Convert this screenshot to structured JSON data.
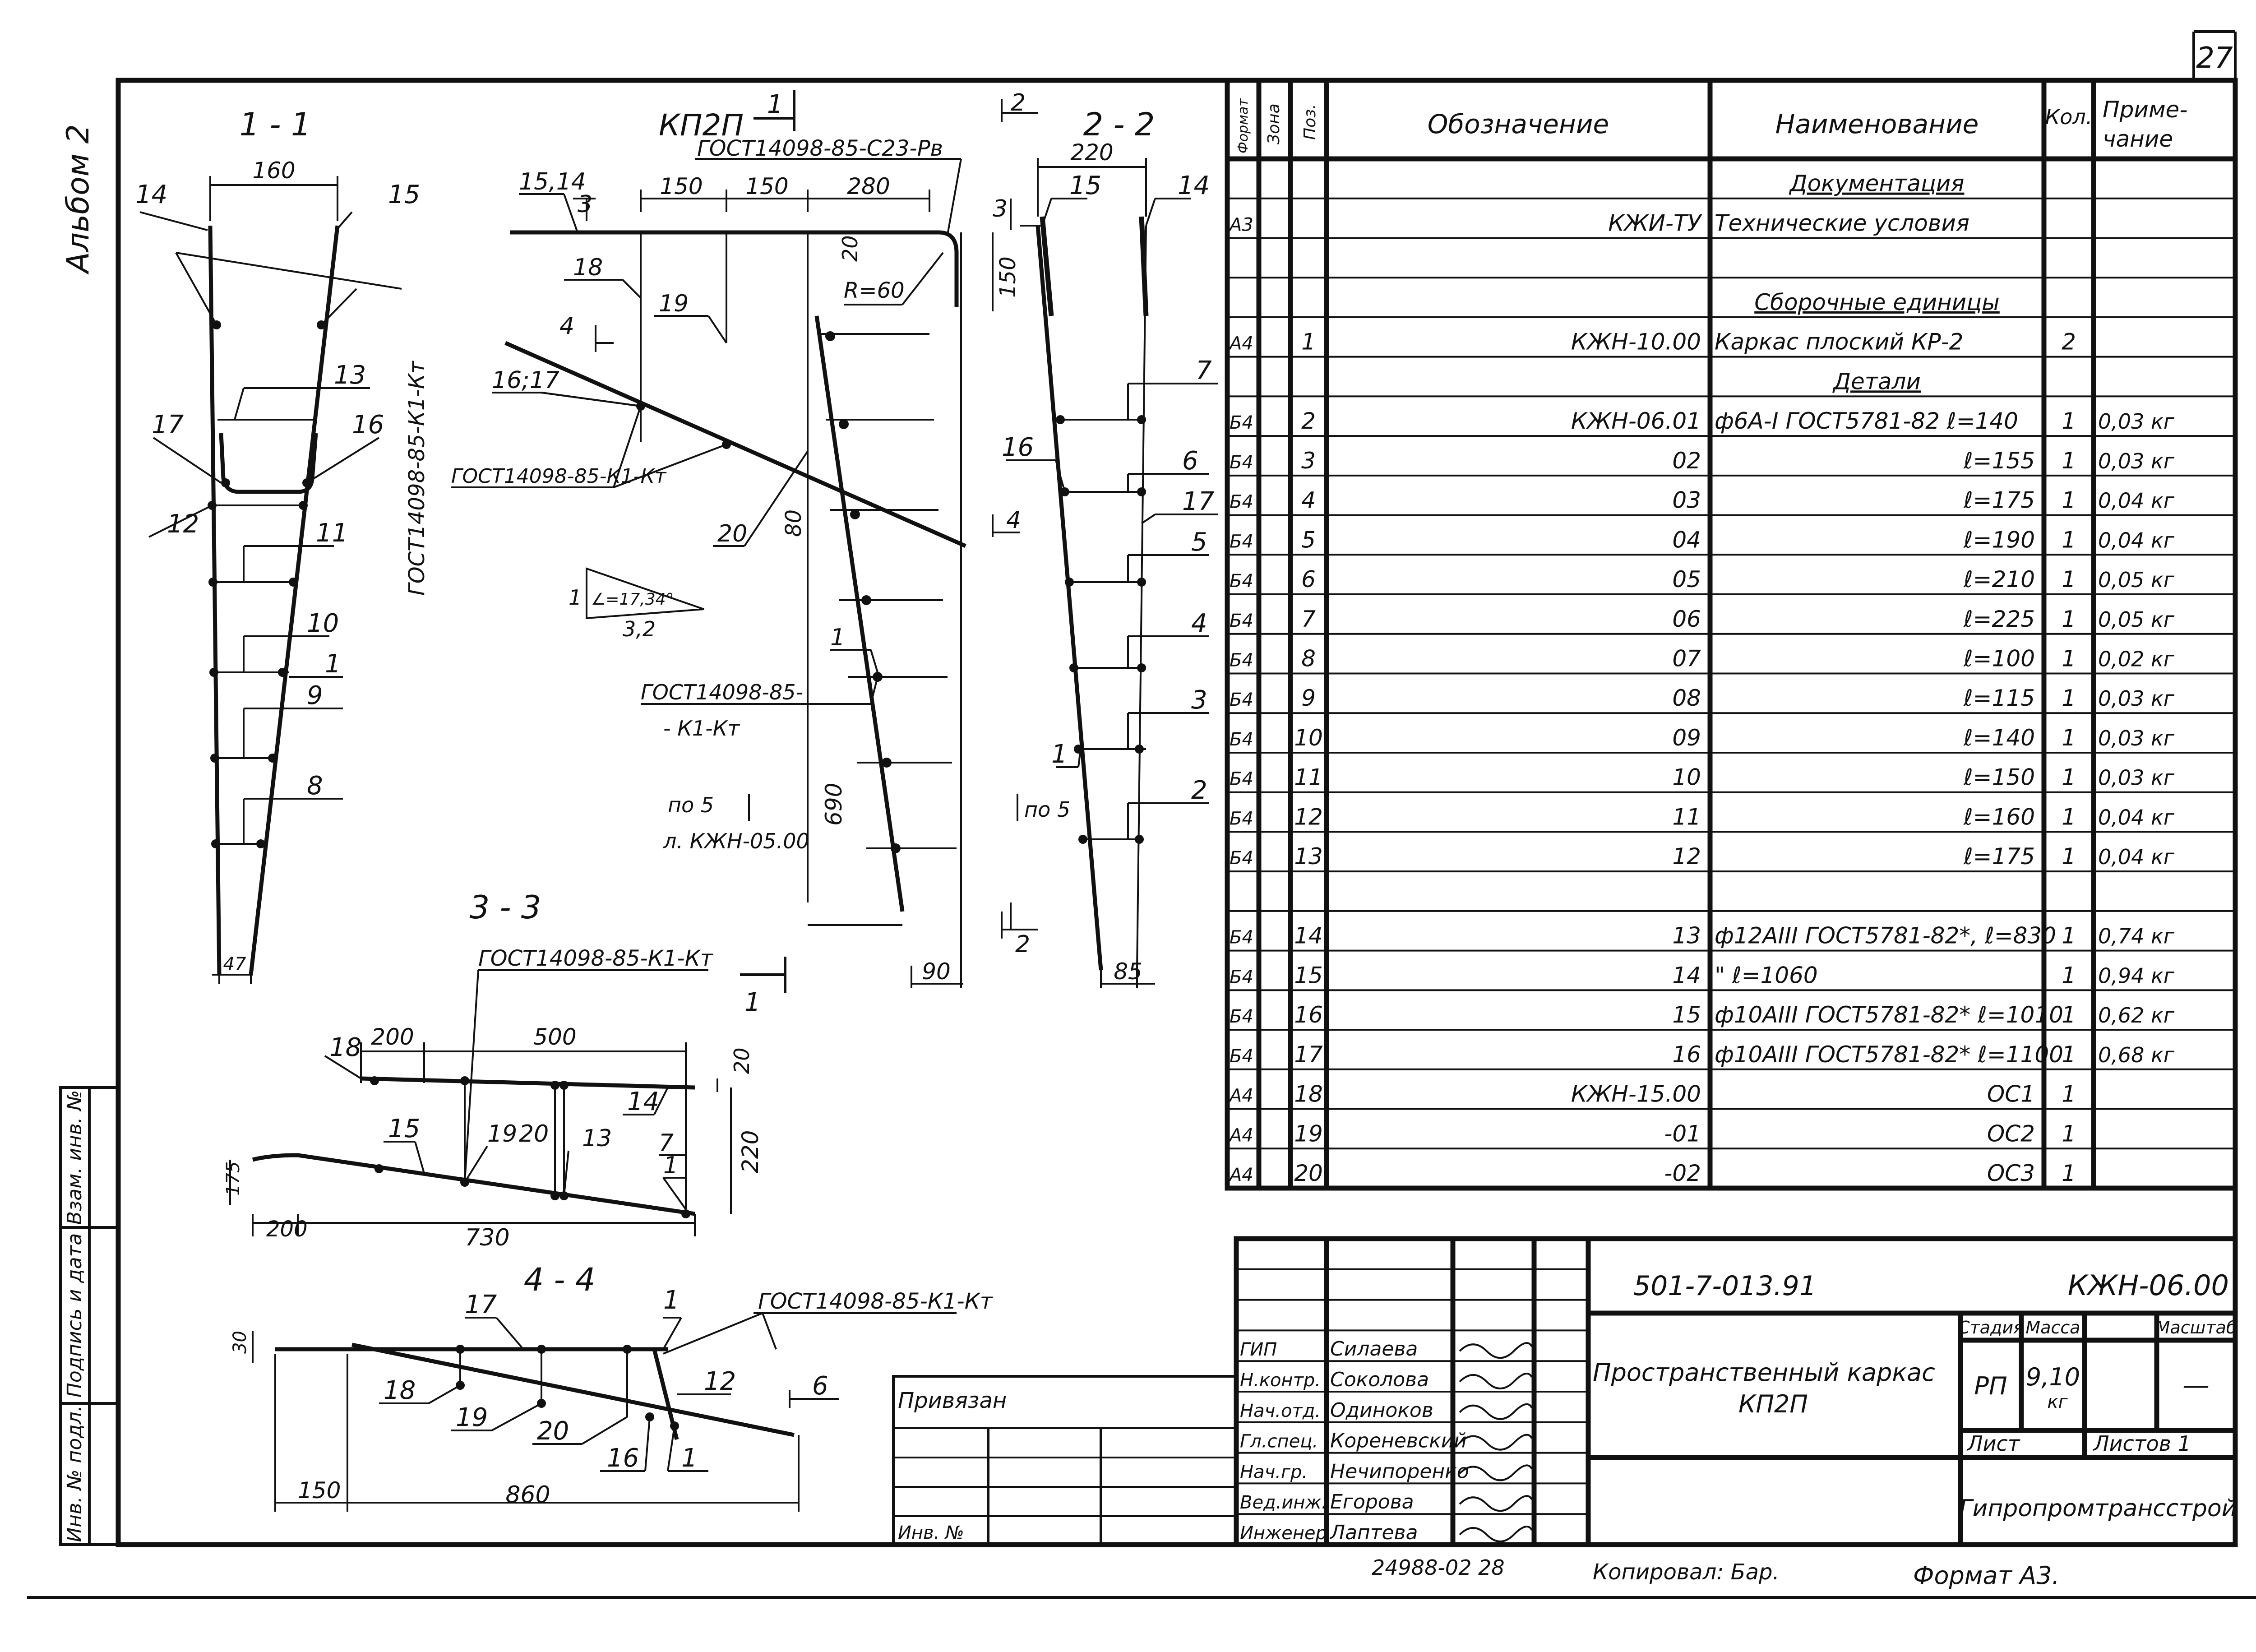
{
  "page_number": "27",
  "album": "Альбом 2",
  "side_stamp": [
    "Инв. № подл.",
    "Подпись и дата",
    "Взам. инв. №"
  ],
  "views": {
    "s11": {
      "title": "1 - 1",
      "dims": {
        "top": "160",
        "bottom": "47"
      },
      "callouts": [
        "14",
        "15",
        "13",
        "17",
        "16",
        "12",
        "11",
        "10",
        "1",
        "9",
        "8"
      ],
      "note": "ГОСТ14098-85-К1-Кт"
    },
    "kp2p": {
      "title": "КП2П",
      "section_mark": "1",
      "note_top": "ГОСТ14098-85-С23-Рв",
      "dims": {
        "a": "150",
        "b": "150",
        "c": "280",
        "d": "20",
        "radius": "R=60",
        "e": "150",
        "f": "80",
        "g": "690",
        "h": "90"
      },
      "callouts": [
        "15,14",
        "3",
        "18",
        "19",
        "4",
        "16;17",
        "20",
        "1",
        "4",
        "2",
        "3"
      ],
      "note_left": "ГОСТ14098-85-К1-Кт",
      "note_mid1": "ГОСТ14098-85-",
      "note_mid2": "- К1-Кт",
      "slope": "1",
      "slope_angle": "∠=17,34°",
      "slope_run": "3,2",
      "ref1": "по 5",
      "ref2": "л. КЖН-05.00"
    },
    "s22": {
      "title": "2 - 2",
      "dims": {
        "top": "220",
        "bottom": "85"
      },
      "callouts": [
        "15",
        "14",
        "7",
        "16",
        "6",
        "17",
        "5",
        "4",
        "3",
        "1",
        "2"
      ],
      "ref": "по 5"
    },
    "s33": {
      "title": "3 - 3",
      "note": "ГОСТ14098-85-К1-Кт",
      "section_mark": "1",
      "dims": {
        "a": "200",
        "b": "500",
        "c": "20",
        "d": "220",
        "e": "175",
        "f": "200",
        "g": "730"
      },
      "callouts": [
        "18",
        "14",
        "15",
        "19",
        "20",
        "13",
        "7",
        "1"
      ]
    },
    "s44": {
      "title": "4 - 4",
      "note": "ГОСТ14098-85-К1-Кт",
      "dims": {
        "a": "30",
        "b": "150",
        "c": "860"
      },
      "callouts": [
        "17",
        "1",
        "12",
        "6",
        "18",
        "19",
        "20",
        "16",
        "1"
      ]
    }
  },
  "spec": {
    "headers": [
      "Формат",
      "Зона",
      "Поз.",
      "Обозначение",
      "Наименование",
      "Кол.",
      "Примечание"
    ],
    "rows": [
      {
        "fmt": "",
        "zone": "",
        "pos": "",
        "des": "",
        "name": "Документация",
        "qty": "",
        "note": "",
        "heading": true
      },
      {
        "fmt": "А3",
        "zone": "",
        "pos": "",
        "des": "КЖИ-ТУ",
        "name": "Технические условия",
        "qty": "",
        "note": ""
      },
      {
        "fmt": "",
        "zone": "",
        "pos": "",
        "des": "",
        "name": "",
        "qty": "",
        "note": ""
      },
      {
        "fmt": "",
        "zone": "",
        "pos": "",
        "des": "",
        "name": "Сборочные единицы",
        "qty": "",
        "note": "",
        "heading": true
      },
      {
        "fmt": "А4",
        "zone": "",
        "pos": "1",
        "des": "КЖН-10.00",
        "name": "Каркас плоский КР-2",
        "qty": "2",
        "note": ""
      },
      {
        "fmt": "",
        "zone": "",
        "pos": "",
        "des": "",
        "name": "Детали",
        "qty": "",
        "note": "",
        "heading": true
      },
      {
        "fmt": "Б4",
        "zone": "",
        "pos": "2",
        "des": "КЖН-06.01",
        "name": "ф6А-I ГОСТ5781-82 ℓ=140",
        "qty": "1",
        "note": "0,03 кг"
      },
      {
        "fmt": "Б4",
        "zone": "",
        "pos": "3",
        "des": "02",
        "name": "ℓ=155",
        "qty": "1",
        "note": "0,03 кг"
      },
      {
        "fmt": "Б4",
        "zone": "",
        "pos": "4",
        "des": "03",
        "name": "ℓ=175",
        "qty": "1",
        "note": "0,04 кг"
      },
      {
        "fmt": "Б4",
        "zone": "",
        "pos": "5",
        "des": "04",
        "name": "ℓ=190",
        "qty": "1",
        "note": "0,04 кг"
      },
      {
        "fmt": "Б4",
        "zone": "",
        "pos": "6",
        "des": "05",
        "name": "ℓ=210",
        "qty": "1",
        "note": "0,05 кг"
      },
      {
        "fmt": "Б4",
        "zone": "",
        "pos": "7",
        "des": "06",
        "name": "ℓ=225",
        "qty": "1",
        "note": "0,05 кг"
      },
      {
        "fmt": "Б4",
        "zone": "",
        "pos": "8",
        "des": "07",
        "name": "ℓ=100",
        "qty": "1",
        "note": "0,02 кг"
      },
      {
        "fmt": "Б4",
        "zone": "",
        "pos": "9",
        "des": "08",
        "name": "ℓ=115",
        "qty": "1",
        "note": "0,03 кг"
      },
      {
        "fmt": "Б4",
        "zone": "",
        "pos": "10",
        "des": "09",
        "name": "ℓ=140",
        "qty": "1",
        "note": "0,03 кг"
      },
      {
        "fmt": "Б4",
        "zone": "",
        "pos": "11",
        "des": "10",
        "name": "ℓ=150",
        "qty": "1",
        "note": "0,03 кг"
      },
      {
        "fmt": "Б4",
        "zone": "",
        "pos": "12",
        "des": "11",
        "name": "ℓ=160",
        "qty": "1",
        "note": "0,04 кг"
      },
      {
        "fmt": "Б4",
        "zone": "",
        "pos": "13",
        "des": "12",
        "name": "ℓ=175",
        "qty": "1",
        "note": "0,04 кг"
      },
      {
        "fmt": "",
        "zone": "",
        "pos": "",
        "des": "",
        "name": "",
        "qty": "",
        "note": ""
      },
      {
        "fmt": "Б4",
        "zone": "",
        "pos": "14",
        "des": "13",
        "name": "ф12АIII ГОСТ5781-82*, ℓ=830",
        "qty": "1",
        "note": "0,74 кг"
      },
      {
        "fmt": "Б4",
        "zone": "",
        "pos": "15",
        "des": "14",
        "name": "\"      ℓ=1060",
        "qty": "1",
        "note": "0,94 кг"
      },
      {
        "fmt": "Б4",
        "zone": "",
        "pos": "16",
        "des": "15",
        "name": "ф10АIII ГОСТ5781-82* ℓ=1010",
        "qty": "1",
        "note": "0,62 кг"
      },
      {
        "fmt": "Б4",
        "zone": "",
        "pos": "17",
        "des": "16",
        "name": "ф10АIII ГОСТ5781-82* ℓ=1100",
        "qty": "1",
        "note": "0,68 кг"
      },
      {
        "fmt": "А4",
        "zone": "",
        "pos": "18",
        "des": "КЖН-15.00",
        "name": "ОС1",
        "qty": "1",
        "note": ""
      },
      {
        "fmt": "А4",
        "zone": "",
        "pos": "19",
        "des": "-01",
        "name": "ОС2",
        "qty": "1",
        "note": ""
      },
      {
        "fmt": "А4",
        "zone": "",
        "pos": "20",
        "des": "-02",
        "name": "ОС3",
        "qty": "1",
        "note": ""
      }
    ]
  },
  "title_block": {
    "project": "501-7-013.91",
    "doc_code": "КЖН-06.00",
    "name_line1": "Пространственный каркас",
    "name_line2": "КП2П",
    "stage_label": "Стадия",
    "mass_label": "Масса",
    "scale_label": "Масштаб",
    "stage": "РП",
    "mass": "9,10",
    "mass_unit": "кг",
    "scale": "—",
    "sheet_label": "Лист",
    "sheets_label": "Листов 1",
    "org": "Гипропромтрансстрой",
    "signers": [
      {
        "role": "ГИП",
        "name": "Силаева"
      },
      {
        "role": "Н.контр.",
        "name": "Соколова"
      },
      {
        "role": "Нач.отд.",
        "name": "Одиноков"
      },
      {
        "role": "Гл.спец.",
        "name": "Кореневский"
      },
      {
        "role": "Нач.гр.",
        "name": "Нечипоренко"
      },
      {
        "role": "Вед.инж.",
        "name": "Егорова"
      },
      {
        "role": "Инженер",
        "name": "Лаптева"
      }
    ],
    "bound_label": "Привязан",
    "inv_label": "Инв. №",
    "archive_no": "24988-02   28",
    "copied": "Копировал: Бар.",
    "format": "Формат А3."
  }
}
